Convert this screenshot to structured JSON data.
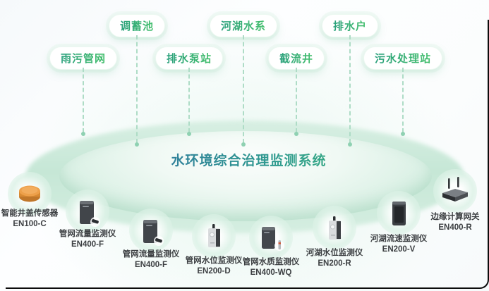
{
  "title": {
    "text": "水环境综合治理监测系统"
  },
  "categories": [
    {
      "label": "雨污管网"
    },
    {
      "label": "调蓄池"
    },
    {
      "label": "排水泵站"
    },
    {
      "label": "河湖水系"
    },
    {
      "label": "截流井"
    },
    {
      "label": "排水户"
    },
    {
      "label": "污水处理站"
    }
  ],
  "devices": [
    {
      "name": "智能井盖传感器",
      "model": "EN100-C",
      "icon": "manhole-cover-sensor-icon"
    },
    {
      "name": "管网流量监测仪",
      "model": "EN400-F",
      "icon": "pipe-flow-monitor-icon"
    },
    {
      "name": "管网流量监测仪",
      "model": "EN400-F",
      "icon": "pipe-flow-monitor-icon"
    },
    {
      "name": "管网水位监测仪",
      "model": "EN200-D",
      "icon": "pipe-level-monitor-icon"
    },
    {
      "name": "管网水质监测仪",
      "model": "EN400-WQ",
      "icon": "pipe-quality-monitor-icon"
    },
    {
      "name": "河湖水位监测仪",
      "model": "EN200-R",
      "icon": "river-level-monitor-icon"
    },
    {
      "name": "河湖流速监测仪",
      "model": "EN200-V",
      "icon": "river-velocity-monitor-icon"
    },
    {
      "name": "边缘计算网关",
      "model": "EN400-R",
      "icon": "edge-gateway-icon"
    }
  ],
  "colors": {
    "accent_green": "#3cb878",
    "accent_blue": "#3270a4",
    "dashed_line": "#aedcc6",
    "dot": "#8fd1b2",
    "sensor_orange": "#eda04a",
    "label_text": "#3c3f42",
    "dish_green": "#c6e7d6"
  }
}
